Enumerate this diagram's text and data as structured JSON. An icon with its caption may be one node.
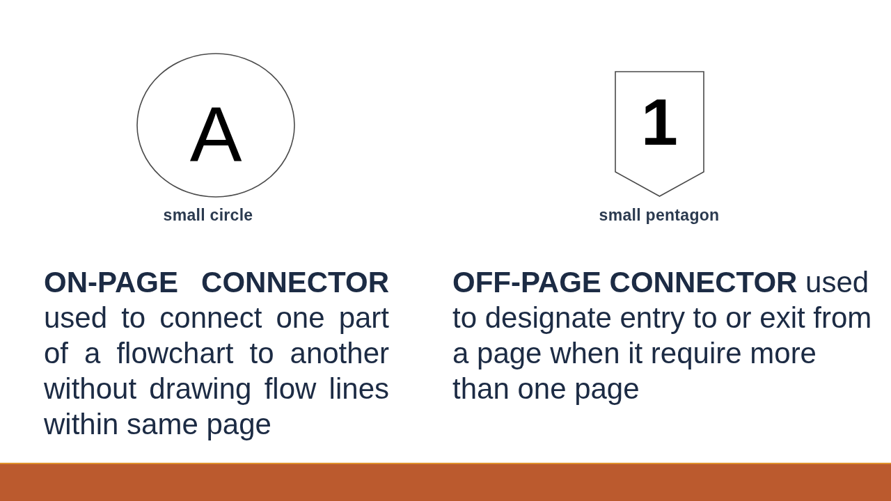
{
  "diagram": {
    "nodes": [
      {
        "text": [
          "A"
        ],
        "beside": [
          "small circle"
        ]
      },
      {
        "text": [
          "1"
        ],
        "beside": [
          "small pentagon"
        ]
      }
    ],
    "labels": [
      "**ON-PAGE CONNECTOR** used to connect one part of a flowchart to another without drawing flow lines within same page",
      "**OFF-PAGE CONNECTOR** used to designate entry to or exit from a page when it require more than one page"
    ]
  }
}
